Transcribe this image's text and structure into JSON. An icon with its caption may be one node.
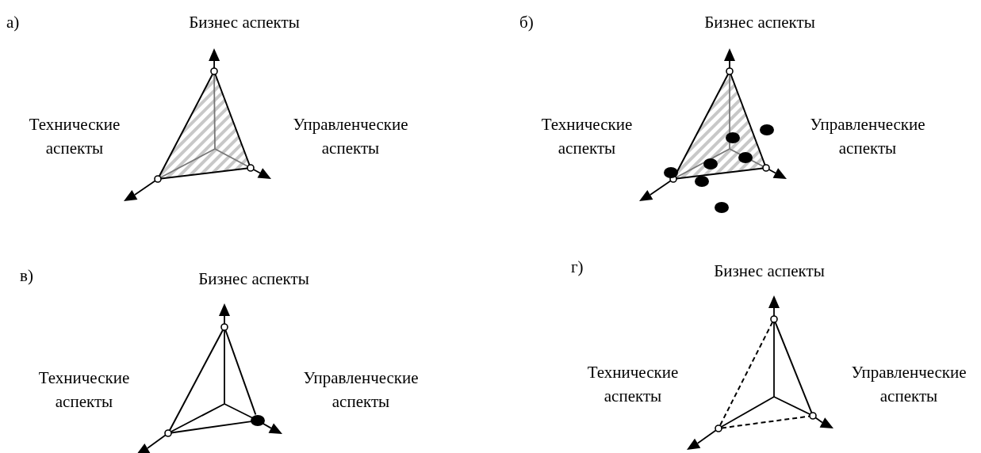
{
  "diagram": {
    "nodes": [
      {
        "text": [],
        "shape": "circle"
      },
      {
        "text": [],
        "shape": "circle"
      },
      {
        "text": [],
        "shape": "circle"
      },
      {
        "text": [],
        "shape": "circle"
      },
      {
        "text": [],
        "shape": "circle"
      },
      {
        "text": [],
        "shape": "circle"
      },
      {
        "text": [],
        "shape": "circle"
      },
      {
        "text": [],
        "shape": "circle"
      },
      {
        "text": [],
        "shape": "ellipse"
      },
      {
        "text": [],
        "shape": "circle"
      },
      {
        "text": [],
        "shape": "circle"
      },
      {
        "text": [],
        "shape": "circle"
      },
      {
        "text": [],
        "shape": "ellipse"
      },
      {
        "text": [],
        "shape": "ellipse"
      },
      {
        "text": [],
        "shape": "ellipse"
      },
      {
        "text": [],
        "shape": "ellipse"
      },
      {
        "text": [],
        "shape": "ellipse"
      },
      {
        "text": [],
        "shape": "ellipse"
      },
      {
        "text": [],
        "shape": "ellipse"
      }
    ],
    "edges": [
      {
        "from": 0,
        "to": 1,
        "arrow": "none"
      },
      {
        "from": 0,
        "to": 2,
        "arrow": "none"
      },
      {
        "from": 1,
        "to": 2,
        "arrow": "none"
      },
      {
        "from": 3,
        "to": 4,
        "arrow": "none"
      },
      {
        "from": 3,
        "to": 5,
        "arrow": "none"
      },
      {
        "from": 4,
        "to": 5,
        "arrow": "none"
      },
      {
        "from": 6,
        "to": 7,
        "arrow": "none"
      },
      {
        "from": 6,
        "to": 8,
        "arrow": "none"
      },
      {
        "from": 7,
        "to": 8,
        "arrow": "none"
      },
      {
        "from": 9,
        "to": 10,
        "arrow": "none",
        "style": "dashed"
      },
      {
        "from": 9,
        "to": 11,
        "arrow": "none"
      },
      {
        "from": 10,
        "to": 11,
        "arrow": "none",
        "style": "dashed"
      }
    ],
    "labels": [
      "а)",
      "Бизнес аспекты",
      "Технические аспекты",
      "Управленческие аспекты",
      "б)",
      "Бизнес аспекты",
      "Технические аспекты",
      "Управленческие аспекты",
      "в)",
      "Бизнес аспекты",
      "Технические аспекты",
      "Управленческие аспекты",
      "г)",
      "Бизнес аспекты",
      "Технические аспекты",
      "Управленческие аспекты"
    ]
  }
}
